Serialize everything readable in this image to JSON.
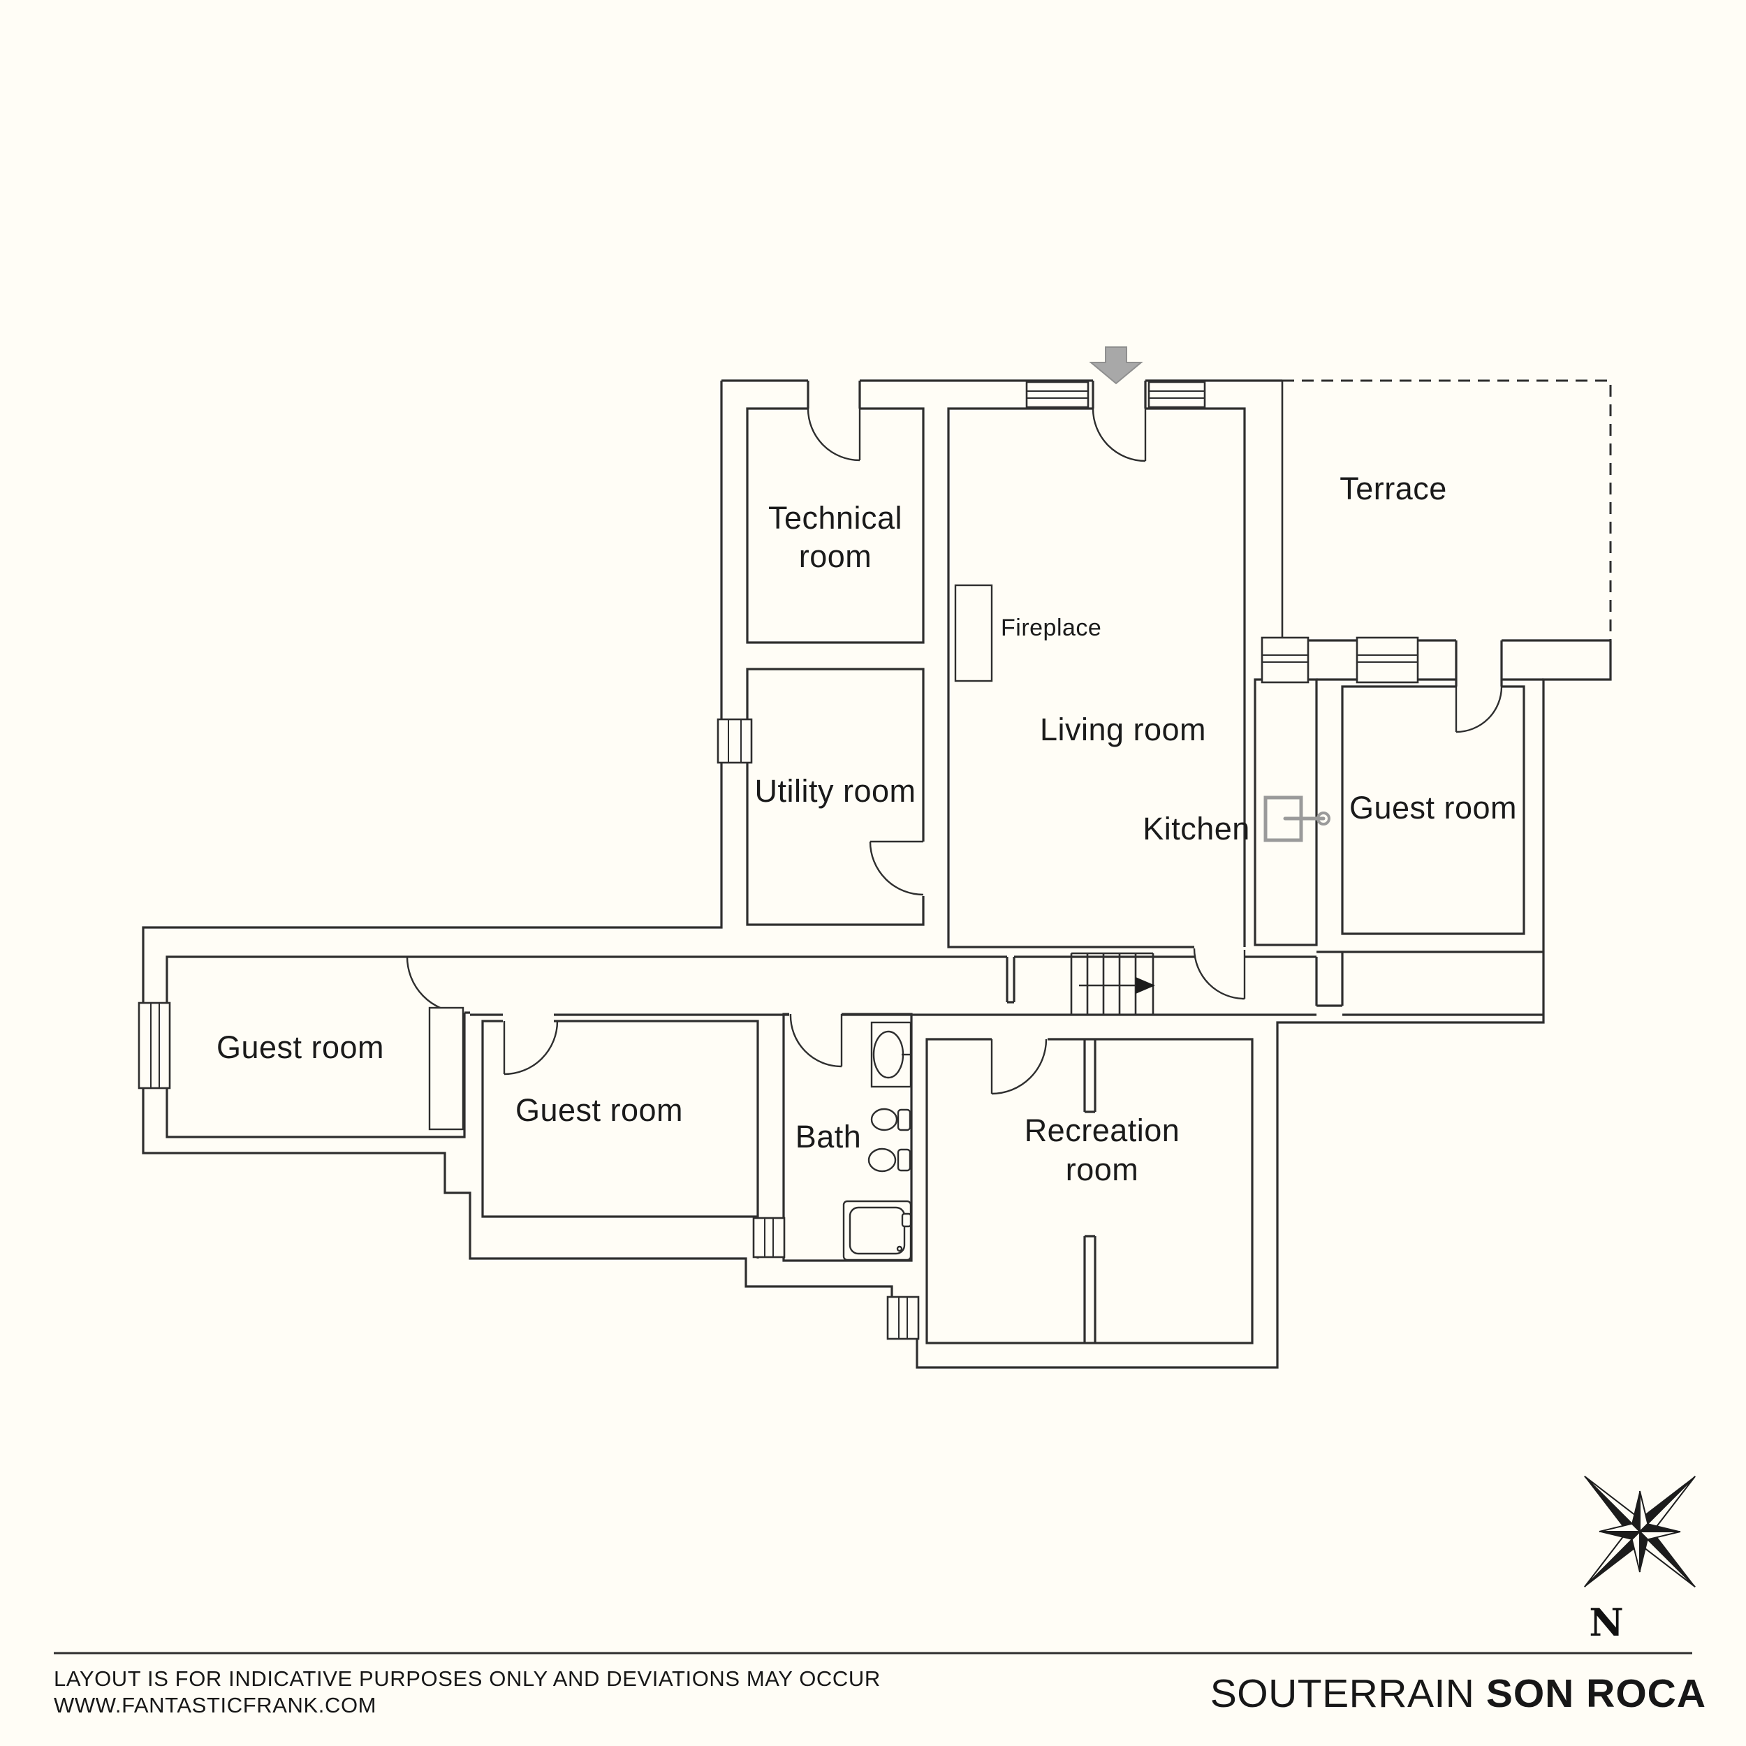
{
  "plan": {
    "title_context": "floor plan",
    "rooms": [
      {
        "name": "technical-room",
        "label": "Technical",
        "label_line2": "room"
      },
      {
        "name": "utility-room",
        "label": "Utility room"
      },
      {
        "name": "living-room",
        "label": "Living room"
      },
      {
        "name": "kitchen",
        "label": "Kitchen"
      },
      {
        "name": "terrace",
        "label": "Terrace"
      },
      {
        "name": "guest-room-right",
        "label": "Guest room"
      },
      {
        "name": "guest-room-left",
        "label": "Guest room"
      },
      {
        "name": "guest-room-middle",
        "label": "Guest room"
      },
      {
        "name": "bath",
        "label": "Bath"
      },
      {
        "name": "recreation-room",
        "label": "Recreation",
        "label_line2": "room"
      }
    ],
    "annotations": {
      "fireplace": "Fireplace"
    },
    "compass": {
      "north_label": "N"
    },
    "colors": {
      "background": "#fffdf6",
      "wall_line": "#2e2e2e",
      "entrance_arrow": "#a8a8a8",
      "appliance_gray": "#9a9a9a"
    }
  },
  "footer": {
    "disclaimer": "LAYOUT IS FOR INDICATIVE PURPOSES ONLY AND DEVIATIONS MAY OCCUR",
    "website": "WWW.FANTASTICFRANK.COM",
    "brand_light": "SOUTERRAIN ",
    "brand_bold": "SON ROCA"
  }
}
